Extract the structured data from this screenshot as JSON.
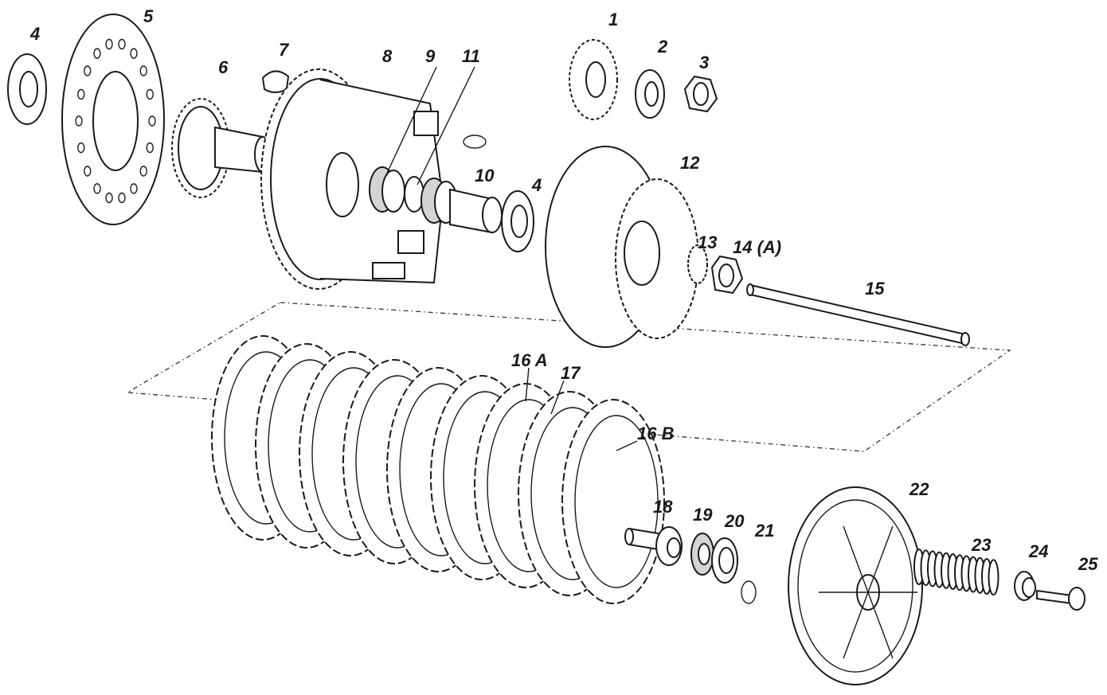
{
  "labels": {
    "p1": "1",
    "p2": "2",
    "p3": "3",
    "p4a": "4",
    "p4b": "4",
    "p5": "5",
    "p6": "6",
    "p7": "7",
    "p8": "8",
    "p9": "9",
    "p10": "10",
    "p11": "11",
    "p12": "12",
    "p13": "13",
    "p14": "14 (A)",
    "p15": "15",
    "p16a": "16 A",
    "p16b": "16 B",
    "p17": "17",
    "p18": "18",
    "p19": "19",
    "p20": "20",
    "p21": "21",
    "p22": "22",
    "p23": "23",
    "p24": "24",
    "p25": "25"
  },
  "colors": {
    "ink": "#1a1a1a",
    "paper": "#ffffff",
    "shade": "#d4d4d4"
  }
}
